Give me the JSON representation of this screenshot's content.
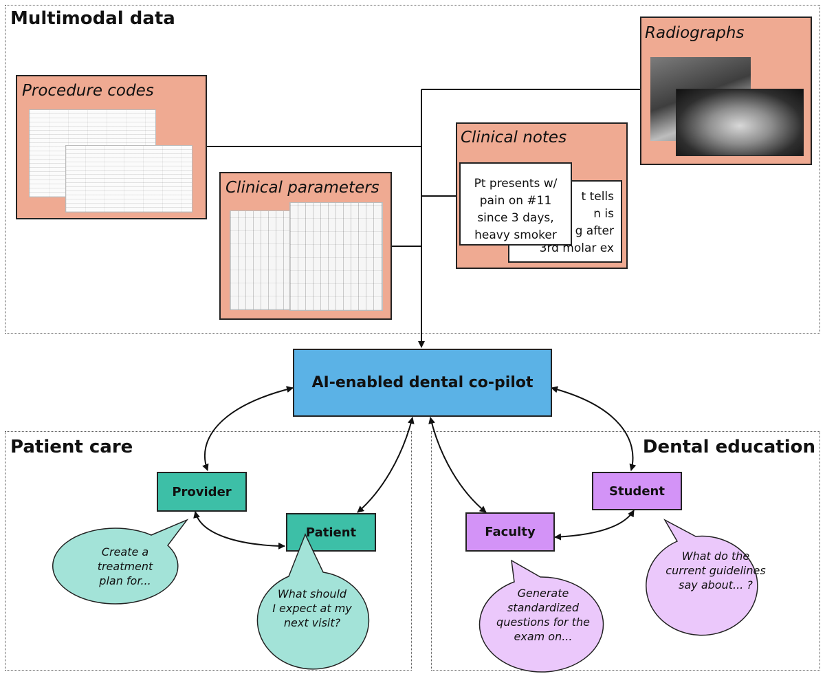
{
  "regions": {
    "multimodal": "Multimodal data",
    "patient_care": "Patient care",
    "dental_education": "Dental education"
  },
  "inputs": {
    "procedure_codes": "Procedure codes",
    "clinical_parameters": "Clinical parameters",
    "clinical_notes": "Clinical notes",
    "radiographs": "Radiographs"
  },
  "notes": {
    "front": [
      "Pt presents w/",
      "pain on #11",
      "since 3 days,",
      "heavy smoker"
    ],
    "back": [
      "t tells",
      "n is",
      "g after",
      "3rd molar ex"
    ]
  },
  "hub": "AI-enabled dental co-pilot",
  "actors": {
    "provider": "Provider",
    "patient": "Patient",
    "faculty": "Faculty",
    "student": "Student"
  },
  "bubbles": {
    "provider": [
      "Create a",
      "treatment",
      "plan for..."
    ],
    "patient": [
      "What should",
      "I expect at my",
      "next visit?"
    ],
    "faculty": [
      "Generate",
      "standardized",
      "questions for the",
      "exam on..."
    ],
    "student": [
      "What do the",
      "current guidelines",
      "say about... ?"
    ]
  },
  "colors": {
    "input_card": "#efaa92",
    "hub": "#5bb2e6",
    "patient_care_actor": "#3dbfa7",
    "patient_care_bubble": "#a3e3d8",
    "education_actor": "#d393f7",
    "education_bubble": "#ebc8fb"
  }
}
